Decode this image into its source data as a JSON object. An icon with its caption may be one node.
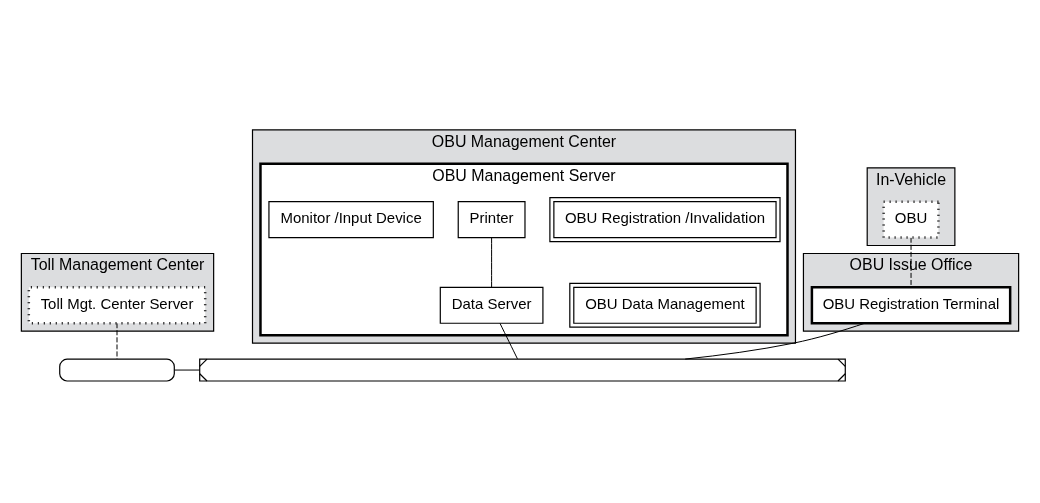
{
  "diagram": {
    "nodes": [
      {
        "text": [
          "Toll Management Center"
        ]
      },
      {
        "text": [
          "Toll Mgt. Center Server"
        ],
        "in": 0
      },
      {
        "text": [
          "OBU Management Center"
        ]
      },
      {
        "text": [
          "OBU Management Server"
        ],
        "in": 2
      },
      {
        "text": [
          "Monitor /Input Device"
        ],
        "in": 3
      },
      {
        "text": [
          "Printer"
        ],
        "in": 3
      },
      {
        "text": [
          "OBU Registration /Invalidation"
        ],
        "in": 3
      },
      {
        "text": [
          "Data Server"
        ],
        "in": 3
      },
      {
        "text": [
          "OBU Data Management"
        ],
        "in": 3
      },
      {
        "text": [
          "In-Vehicle"
        ]
      },
      {
        "text": [
          "OBU"
        ],
        "in": 9
      },
      {
        "text": [
          "OBU Issue Office"
        ]
      },
      {
        "text": [
          "OBU Registration Terminal"
        ],
        "in": 11
      },
      {
        "text": [],
        "shape": "box"
      },
      {
        "text": [],
        "shape": "box"
      }
    ],
    "edges": [
      {
        "from": 5,
        "to": 7,
        "arrow": "none"
      },
      {
        "from": 1,
        "to": 13,
        "arrow": "none",
        "style": "dashed"
      },
      {
        "from": 10,
        "to": 12,
        "arrow": "none",
        "style": "dashed"
      },
      {
        "from": 7,
        "to": 14,
        "arrow": "none"
      },
      {
        "from": 12,
        "to": 14,
        "arrow": "none"
      },
      {
        "from": 13,
        "to": 14,
        "arrow": "none"
      }
    ]
  }
}
